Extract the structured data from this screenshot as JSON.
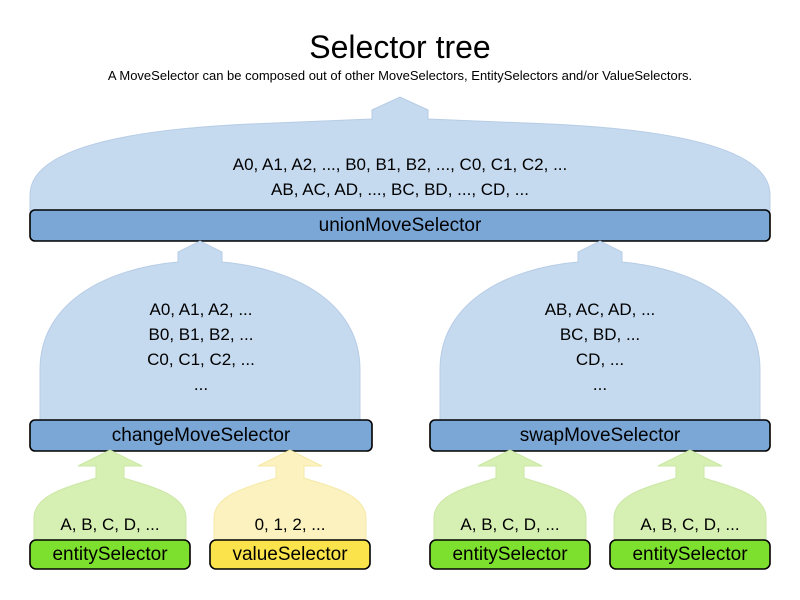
{
  "header": {
    "title": "Selector tree",
    "subtitle": "A MoveSelector can be composed out of other MoveSelectors, EntitySelectors and/or ValueSelectors."
  },
  "colors": {
    "move_fill_light": "#c5d9ef",
    "move_fill_bar": "#7ba7d7",
    "entity_fill_light": "#d6efb3",
    "entity_fill_bar": "#7ee02e",
    "value_fill_light": "#fbf2bf",
    "value_fill_bar": "#fbe34b",
    "border": "#000000",
    "light_border": "#b7cde6"
  },
  "tree": {
    "root": {
      "label": "unionMoveSelector",
      "lines": [
        "A0, A1, A2, ..., B0, B1, B2, ..., C0, C1, C2, ...",
        "AB, AC, AD, ..., BC, BD, ..., CD, ..."
      ],
      "kind": "move-selector"
    },
    "branches": [
      {
        "label": "changeMoveSelector",
        "lines": [
          "A0, A1, A2, ...",
          "B0, B1, B2, ...",
          "C0, C1, C2, ...",
          "..."
        ],
        "kind": "move-selector",
        "children": [
          {
            "label": "entitySelector",
            "lines": [
              "A, B, C, D, ..."
            ],
            "kind": "entity-selector"
          },
          {
            "label": "valueSelector",
            "lines": [
              "0, 1, 2, ..."
            ],
            "kind": "value-selector"
          }
        ]
      },
      {
        "label": "swapMoveSelector",
        "lines": [
          "AB, AC, AD, ...",
          "BC, BD, ...",
          "CD, ...",
          "..."
        ],
        "kind": "move-selector",
        "children": [
          {
            "label": "entitySelector",
            "lines": [
              "A, B, C, D, ..."
            ],
            "kind": "entity-selector"
          },
          {
            "label": "entitySelector",
            "lines": [
              "A, B, C, D, ..."
            ],
            "kind": "entity-selector"
          }
        ]
      }
    ]
  }
}
